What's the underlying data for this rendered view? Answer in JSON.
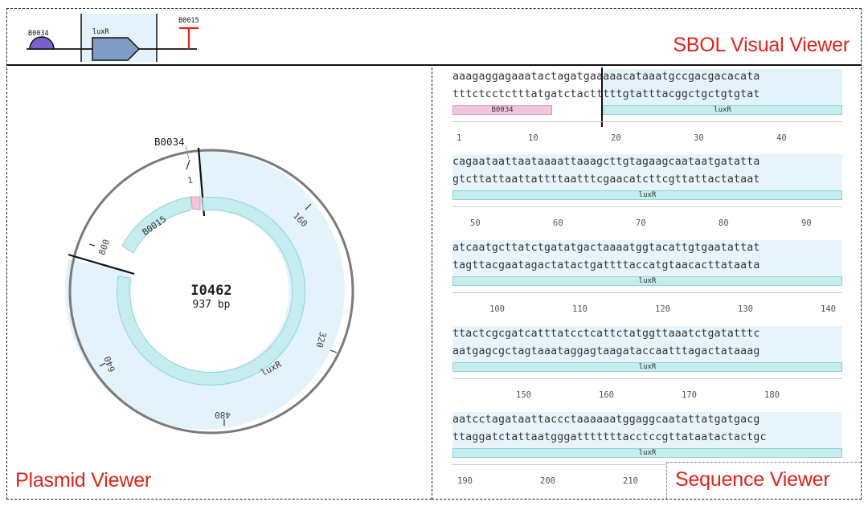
{
  "sbol": {
    "label": "SBOL Visual Viewer",
    "parts": [
      {
        "name": "B0034",
        "role": "rbs-icon",
        "color": "#7a5fc8"
      },
      {
        "name": "luxR",
        "role": "cds-icon",
        "color": "#7f9cc4"
      },
      {
        "name": "B0015",
        "role": "terminator-icon",
        "color": "#e0241c"
      }
    ]
  },
  "plasmid": {
    "label": "Plasmid Viewer",
    "name": "I0462",
    "length_text": "937 bp",
    "features": [
      "B0034",
      "B0015",
      "luxR"
    ],
    "tick_labels": [
      "1",
      "160",
      "320",
      "480",
      "640",
      "800"
    ]
  },
  "sequence": {
    "label": "Sequence Viewer",
    "rows": [
      {
        "top": "aaagaggagaaatactagatgaaaaacataaatgccgacgacacata",
        "bottom": "tttctcctctttatgatctactttttgtatttacggctgctgtgtat",
        "annotations": [
          "B0034",
          "luxR"
        ],
        "ticks": [
          "1",
          "10",
          "20",
          "30",
          "40"
        ]
      },
      {
        "top": "cagaataattaataaaattaaagcttgtagaagcaataatgatatta",
        "bottom": "gtcttattaattattttaatttcgaacatcttcgttattactataat",
        "annotations": [
          "luxR"
        ],
        "ticks": [
          "50",
          "60",
          "70",
          "80",
          "90"
        ]
      },
      {
        "top": "atcaatgcttatctgatatgactaaaatggtacattgtgaatattat",
        "bottom": "tagttacgaatagactatactgattttaccatgtaacacttataata",
        "annotations": [
          "luxR"
        ],
        "ticks": [
          "100",
          "110",
          "120",
          "130",
          "140"
        ]
      },
      {
        "top": "ttactcgcgatcatttatcctcattctatggttaaatctgatatttc",
        "bottom": "aatgagcgctagtaaataggagtaagataccaatttagactataaag",
        "annotations": [
          "luxR"
        ],
        "ticks": [
          "150",
          "160",
          "170",
          "180"
        ]
      },
      {
        "top": "aatcctagataattaccctaaaaaatggaggcaatattatgatgacg",
        "bottom": "ttaggatctattaatgggatttttttacctccgttataatactactgc",
        "annotations": [
          "luxR"
        ],
        "ticks": [
          "190",
          "200",
          "210"
        ]
      }
    ]
  },
  "colors": {
    "accent_label": "#e0241c",
    "luxr_fill": "#c5ecee",
    "b0034_fill": "#f3c4dd",
    "plasmid_shade": "#e4f2fb"
  }
}
